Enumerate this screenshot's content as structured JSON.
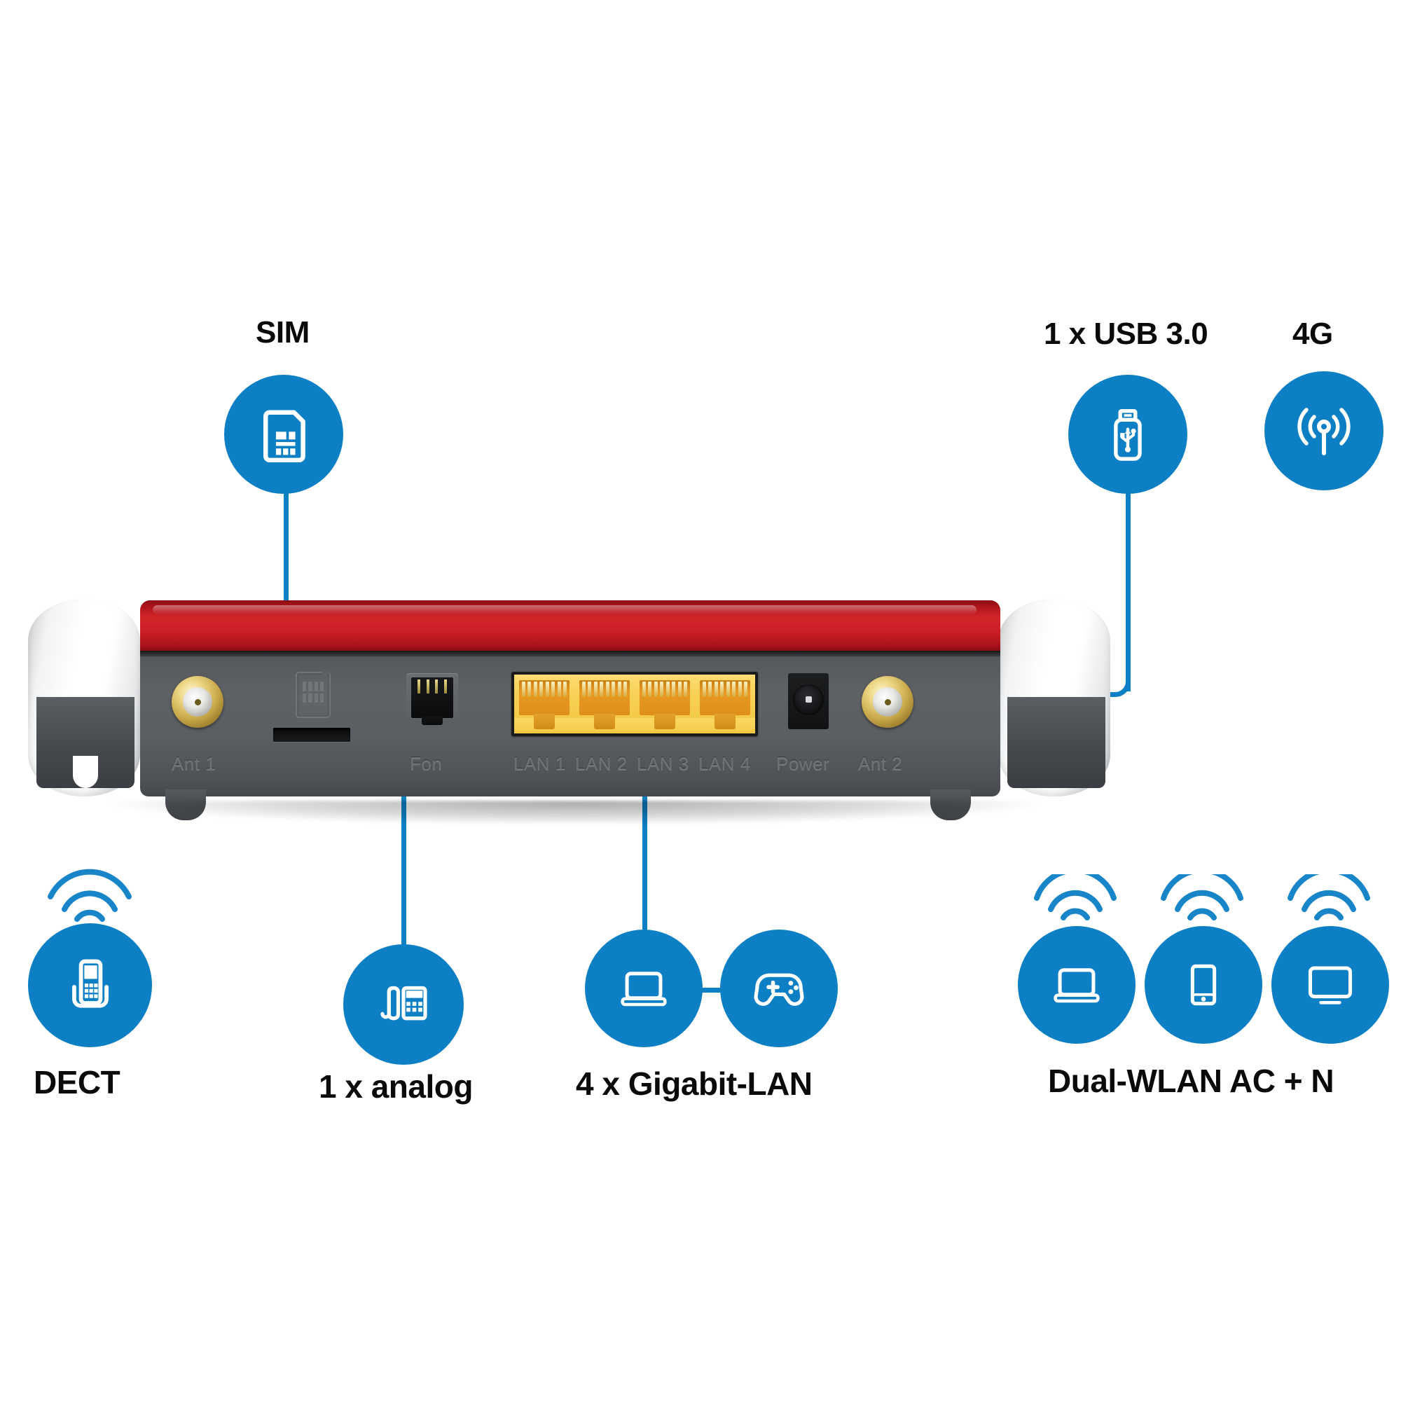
{
  "theme": {
    "accent_blue": "#0d7fc4",
    "arc_blue": "#1785c8",
    "label_black": "#0a0a0a",
    "router_red": "#cc1f25",
    "router_grey": "#5a5d61",
    "lan_yellow": "#f7cf52",
    "sma_gold": "#c9a949",
    "background": "#ffffff"
  },
  "features": {
    "sim": {
      "label": "SIM",
      "icon": "sim-card-icon"
    },
    "usb": {
      "label": "1 x USB 3.0",
      "icon": "usb-stick-icon"
    },
    "mobile": {
      "label": "4G",
      "icon": "cell-antenna-icon"
    },
    "dect": {
      "label": "DECT",
      "icon": "cordless-phone-icon",
      "has_wifi_arcs": true
    },
    "analog": {
      "label": "1 x analog",
      "icon": "desk-phone-icon"
    },
    "lan": {
      "label": "4 x Gigabit-LAN",
      "icons": [
        "laptop-icon",
        "gamepad-icon"
      ]
    },
    "wlan": {
      "label": "Dual-WLAN AC + N",
      "icons": [
        "laptop-icon",
        "smartphone-icon",
        "monitor-icon"
      ],
      "has_wifi_arcs": true
    }
  },
  "router": {
    "port_labels": [
      {
        "id": "ant1",
        "text": "Ant 1"
      },
      {
        "id": "fon",
        "text": "Fon"
      },
      {
        "id": "lan1",
        "text": "LAN 1"
      },
      {
        "id": "lan2",
        "text": "LAN 2"
      },
      {
        "id": "lan3",
        "text": "LAN 3"
      },
      {
        "id": "lan4",
        "text": "LAN 4"
      },
      {
        "id": "power",
        "text": "Power"
      },
      {
        "id": "ant2",
        "text": "Ant 2"
      }
    ],
    "lan_port_count": 4,
    "antenna_count": 2,
    "sim_slot": true
  }
}
